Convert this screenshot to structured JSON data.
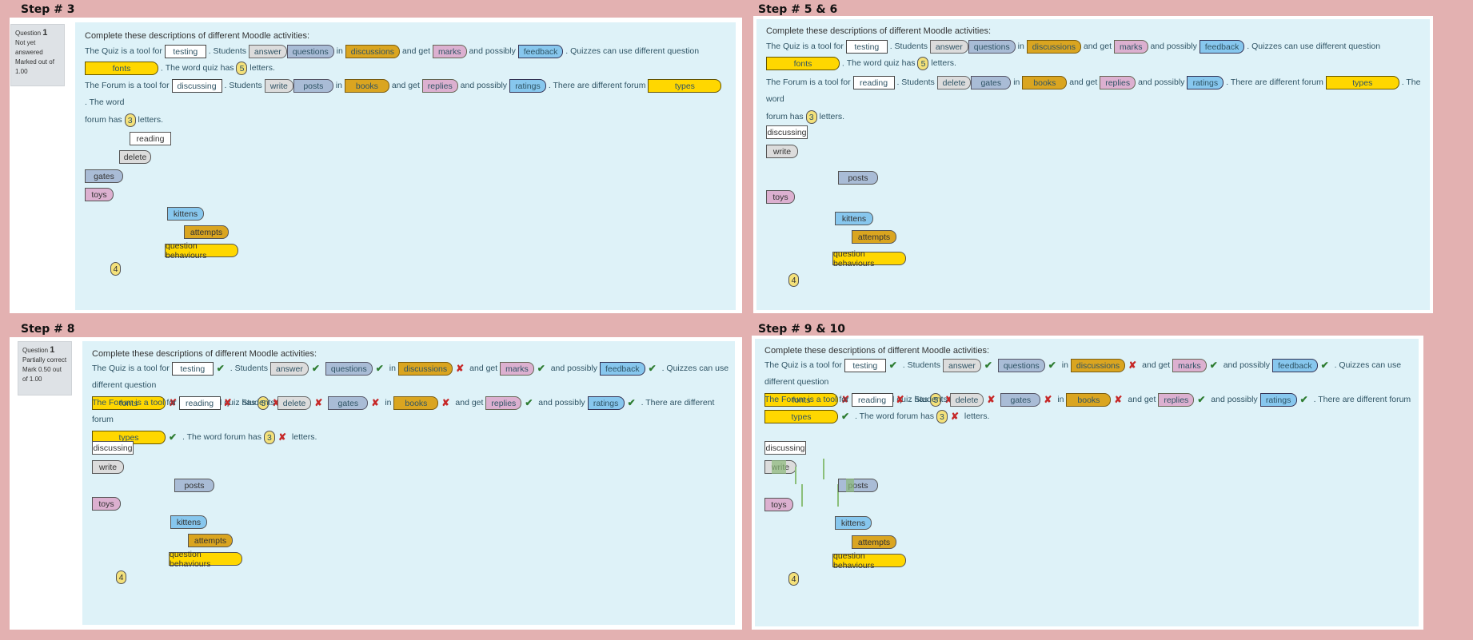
{
  "steps": {
    "s3": "Step # 3",
    "s56": "Step # 5 & 6",
    "s8": "Step # 8",
    "s910": "Step # 9 & 10"
  },
  "qinfo": {
    "question_label": "Question",
    "question_no": "1",
    "s3_state": "Not yet answered",
    "s3_mark": "Marked out of 1.00",
    "s8_state": "Partially correct",
    "s8_mark": "Mark 0.50 out of 1.00"
  },
  "intro": "Complete these descriptions of different Moodle activities:",
  "text": {
    "quiz_a": "The Quiz is a tool for",
    "students": ". Students",
    "in": "in",
    "and_get": "and get",
    "and_possibly": "and possibly",
    "quizzes_diff": ". Quizzes can use different question",
    "word_quiz": ". The word quiz has",
    "letters": "letters.",
    "word_quiz_wrap": "The word quiz has",
    "forum_a": "The Forum is a tool for",
    "forum_diff": ". There are different forum",
    "word_forum": ". The word forum has",
    "word_forum_wrap": "forum has",
    "the_word": ". The word"
  },
  "answers": {
    "testing": "testing",
    "answer": "answer",
    "questions": "questions",
    "discussions": "discussions",
    "marks": "marks",
    "feedback": "feedback",
    "fonts": "fonts",
    "five": "5",
    "discussing": "discussing",
    "write": "write",
    "posts": "posts",
    "books": "books",
    "replies": "replies",
    "ratings": "ratings",
    "types": "types",
    "three": "3",
    "reading": "reading",
    "delete": "delete",
    "gates": "gates"
  },
  "chips": {
    "reading": "reading",
    "delete": "delete",
    "gates": "gates",
    "toys": "toys",
    "kittens": "kittens",
    "attempts": "attempts",
    "question_behaviours": "question behaviours",
    "four": "4",
    "discussing": "discussing",
    "write": "write",
    "posts": "posts"
  },
  "marks": {
    "ok": "✔",
    "bad": "✘"
  },
  "colors": {
    "background": "#e3b1b1",
    "content": "#def2f8",
    "gold": "#daa520",
    "yellow": "#ffd700",
    "blue": "#87c7ee",
    "pink": "#dcb0d0",
    "slate": "#a9bcd6"
  }
}
